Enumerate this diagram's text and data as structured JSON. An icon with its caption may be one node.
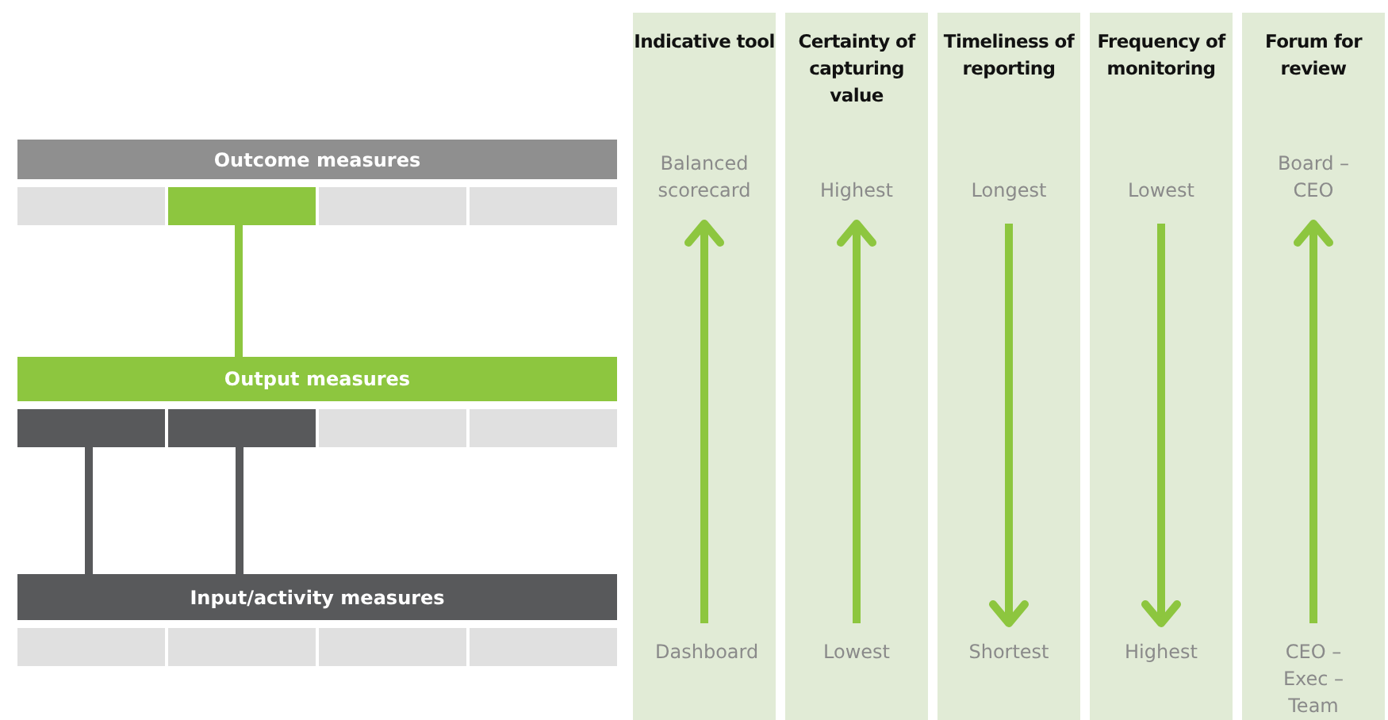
{
  "diagram": {
    "nodes": [
      {
        "text": [
          "Outcome measures"
        ]
      },
      {
        "text": [],
        "shape": "box"
      },
      {
        "text": [],
        "shape": "box"
      },
      {
        "text": [],
        "shape": "box"
      },
      {
        "text": [],
        "shape": "box"
      },
      {
        "text": [
          "Output measures"
        ]
      },
      {
        "text": [],
        "shape": "box"
      },
      {
        "text": [],
        "shape": "box"
      },
      {
        "text": [],
        "shape": "box"
      },
      {
        "text": [],
        "shape": "box"
      },
      {
        "text": [
          "Input/activity measures"
        ]
      },
      {
        "text": [],
        "shape": "box"
      },
      {
        "text": [],
        "shape": "box"
      },
      {
        "text": [],
        "shape": "box"
      },
      {
        "text": [],
        "shape": "box"
      },
      {
        "text": [
          "Indicative tool"
        ]
      },
      {
        "text": [
          "Balanced scorecard"
        ],
        "in": 15
      },
      {
        "text": [
          "Dashboard"
        ],
        "in": 15
      },
      {
        "text": [
          "Certainty of capturing value"
        ]
      },
      {
        "text": [
          "Highest"
        ],
        "in": 18
      },
      {
        "text": [
          "Lowest"
        ],
        "in": 18
      },
      {
        "text": [
          "Timeliness of reporting"
        ]
      },
      {
        "text": [
          "Longest"
        ],
        "in": 21
      },
      {
        "text": [
          "Shortest"
        ],
        "in": 21
      },
      {
        "text": [
          "Frequency of monitoring"
        ]
      },
      {
        "text": [
          "Lowest"
        ],
        "in": 24
      },
      {
        "text": [
          "Highest"
        ],
        "in": 24
      },
      {
        "text": [
          "Forum for review"
        ]
      },
      {
        "text": [
          "Board – CEO"
        ],
        "in": 27
      },
      {
        "text": [
          "CEO – Exec – Team"
        ],
        "in": 27
      }
    ],
    "edges": [
      {
        "from": 2,
        "to": 5,
        "arrow": "none"
      },
      {
        "from": 6,
        "to": 10,
        "arrow": "none",
        "color": "#58595b"
      },
      {
        "from": 7,
        "to": 10,
        "arrow": "none",
        "color": "#58595b"
      },
      {
        "from": 17,
        "to": 16,
        "arrow": "to"
      },
      {
        "from": 20,
        "to": 19,
        "arrow": "to"
      },
      {
        "from": 22,
        "to": 23,
        "arrow": "to"
      },
      {
        "from": 25,
        "to": 26,
        "arrow": "to"
      },
      {
        "from": 29,
        "to": 28,
        "arrow": "to"
      }
    ]
  }
}
